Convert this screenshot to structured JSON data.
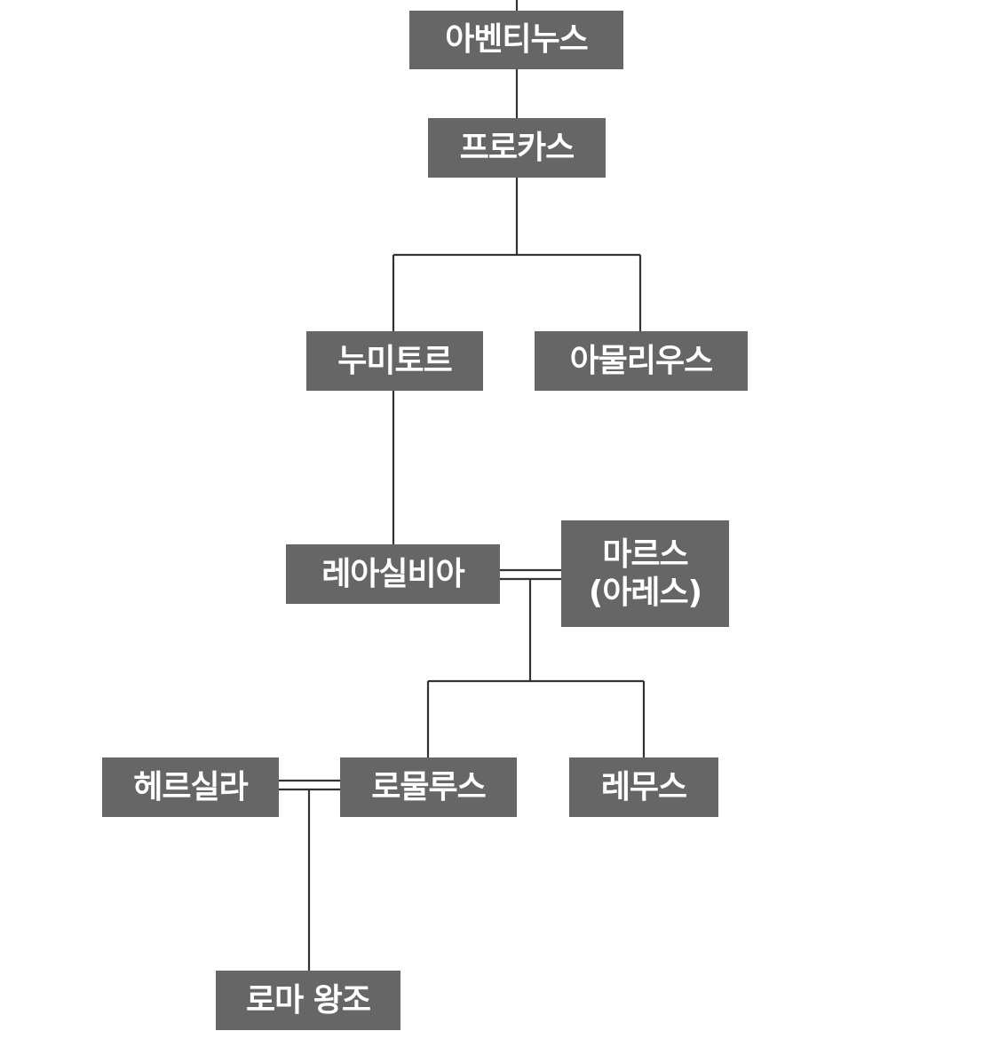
{
  "family_tree": {
    "aventinus": "아벤티누스",
    "procas": "프로카스",
    "numitor": "누미토르",
    "amulius": "아물리우스",
    "rhea_silvia": "레아실비아",
    "mars_line1": "마르스",
    "mars_line2": "(아레스)",
    "romulus": "로물루스",
    "remus": "레무스",
    "hersilia": "헤르실라",
    "roman_dynasty": "로마 왕조"
  },
  "colors": {
    "box_fill": "#666666",
    "box_text": "#ffffff",
    "line": "#333333"
  }
}
